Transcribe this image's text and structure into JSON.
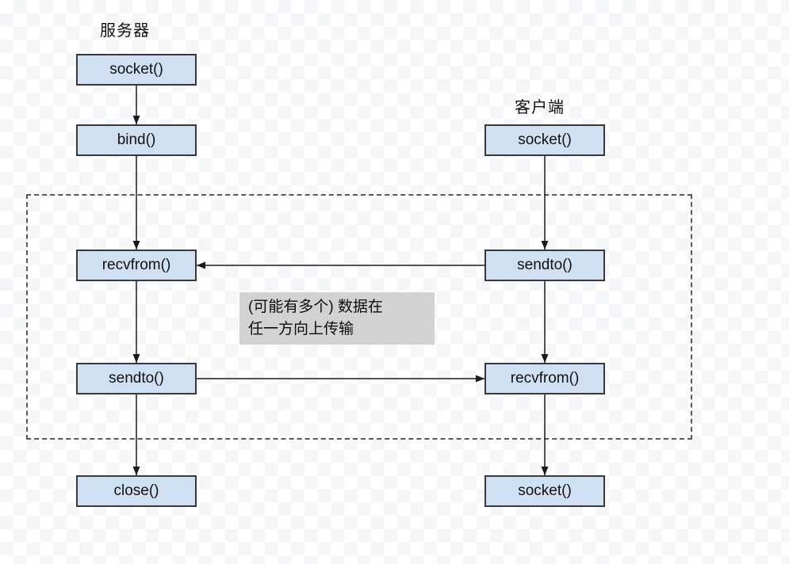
{
  "diagram": {
    "server": {
      "title": "服务器",
      "nodes": [
        {
          "label": "socket()"
        },
        {
          "label": "bind()"
        },
        {
          "label": "recvfrom()"
        },
        {
          "label": "sendto()"
        },
        {
          "label": "close()"
        }
      ]
    },
    "client": {
      "title": "客户端",
      "nodes": [
        {
          "label": "socket()"
        },
        {
          "label": "sendto()"
        },
        {
          "label": "recvfrom()"
        },
        {
          "label": "socket()"
        }
      ]
    },
    "annotation": {
      "line1": "(可能有多个) 数据在",
      "line2": "任一方向上传输"
    },
    "colors": {
      "node_fill": "#cfe0f2",
      "node_border": "#38383a",
      "node_text": "#111111",
      "annotation_bg": "#d2d2d2",
      "dashed_border": "#595959",
      "arrow": "#1a1a1a",
      "checker_light": "#ffffff",
      "checker_dark": "#f5f6f8"
    }
  }
}
